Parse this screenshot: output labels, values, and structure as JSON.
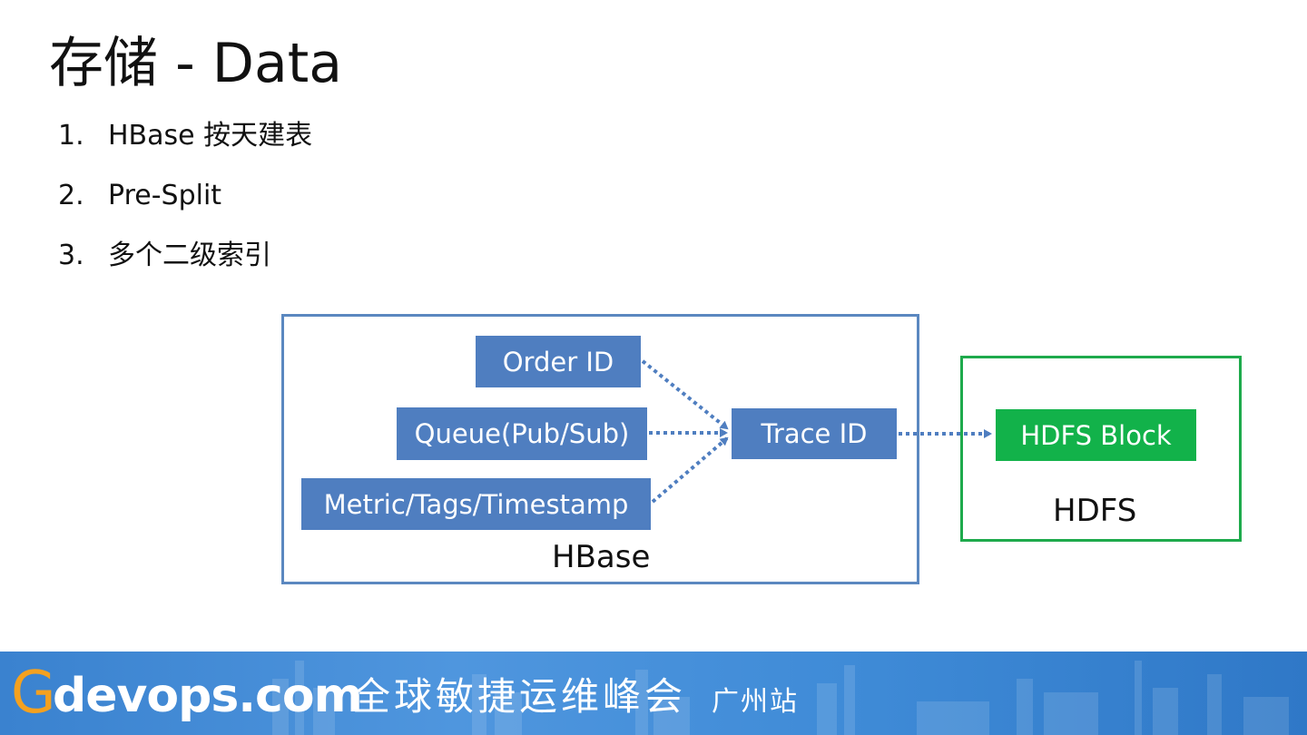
{
  "slide": {
    "title": "存储 - Data",
    "bullets": [
      {
        "num": "1.",
        "text": "HBase 按天建表"
      },
      {
        "num": "2.",
        "text": "Pre-Split"
      },
      {
        "num": "3.",
        "text": "多个二级索引"
      }
    ]
  },
  "diagram": {
    "hbase": {
      "caption": "HBase",
      "nodes": {
        "order_id": "Order ID",
        "queue": "Queue(Pub/Sub)",
        "metric": "Metric/Tags/Timestamp",
        "trace_id": "Trace ID"
      }
    },
    "hdfs": {
      "caption": "HDFS",
      "block": "HDFS Block"
    },
    "colors": {
      "hbase_frame": "#5b88c0",
      "node_blue": "#4f7ec0",
      "hdfs_frame": "#1eaa4c",
      "node_green": "#12b24a",
      "arrow": "#4f7ec0"
    }
  },
  "footer": {
    "logo_g": "G",
    "logo_rest": "devops.com",
    "event_name": "全球敏捷运维峰会",
    "city": "广州站",
    "colors": {
      "band": "#3f8bd7",
      "logo_g": "#f4a11f"
    }
  }
}
